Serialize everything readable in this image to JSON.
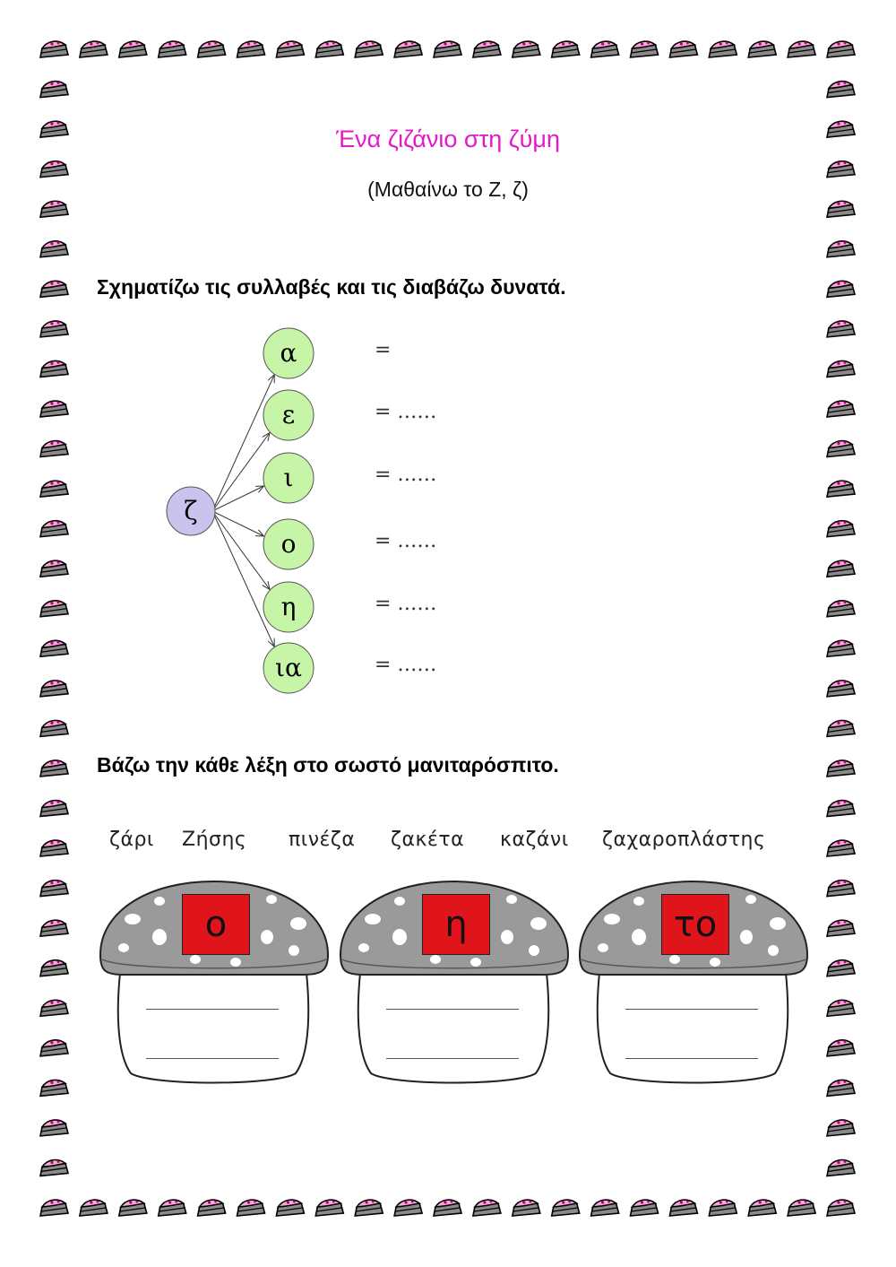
{
  "title": "Ένα ζιζάνιο στη ζύμη",
  "subtitle": "(Μαθαίνω το Ζ, ζ)",
  "instruction1": "Σχηματίζω τις συλλαβές και τις διαβάζω δυνατά.",
  "instruction2": "Βάζω την κάθε λέξη στο σωστό μανιταρόσπιτο.",
  "diagram": {
    "consonant": "ζ",
    "vowels": [
      "α",
      "ε",
      "ι",
      "ο",
      "η",
      "ια"
    ],
    "equals": [
      "=",
      "= ……",
      "= ……",
      "= ……",
      "= ……",
      "= ……"
    ],
    "colors": {
      "consonant_fill": "#c9c3ee",
      "vowel_fill": "#c6f5a8",
      "stroke": "#555555"
    }
  },
  "words": [
    "ζάρι",
    "Ζήσης",
    "πινέζα",
    "ζακέτα",
    "καζάνι",
    "ζαχαροπλάστης"
  ],
  "mushrooms": [
    {
      "label": "ο"
    },
    {
      "label": "η"
    },
    {
      "label": "το"
    }
  ],
  "colors": {
    "title": "#e619c8",
    "label_box": "#e0141b",
    "border_icing": "#f7a8d6"
  }
}
